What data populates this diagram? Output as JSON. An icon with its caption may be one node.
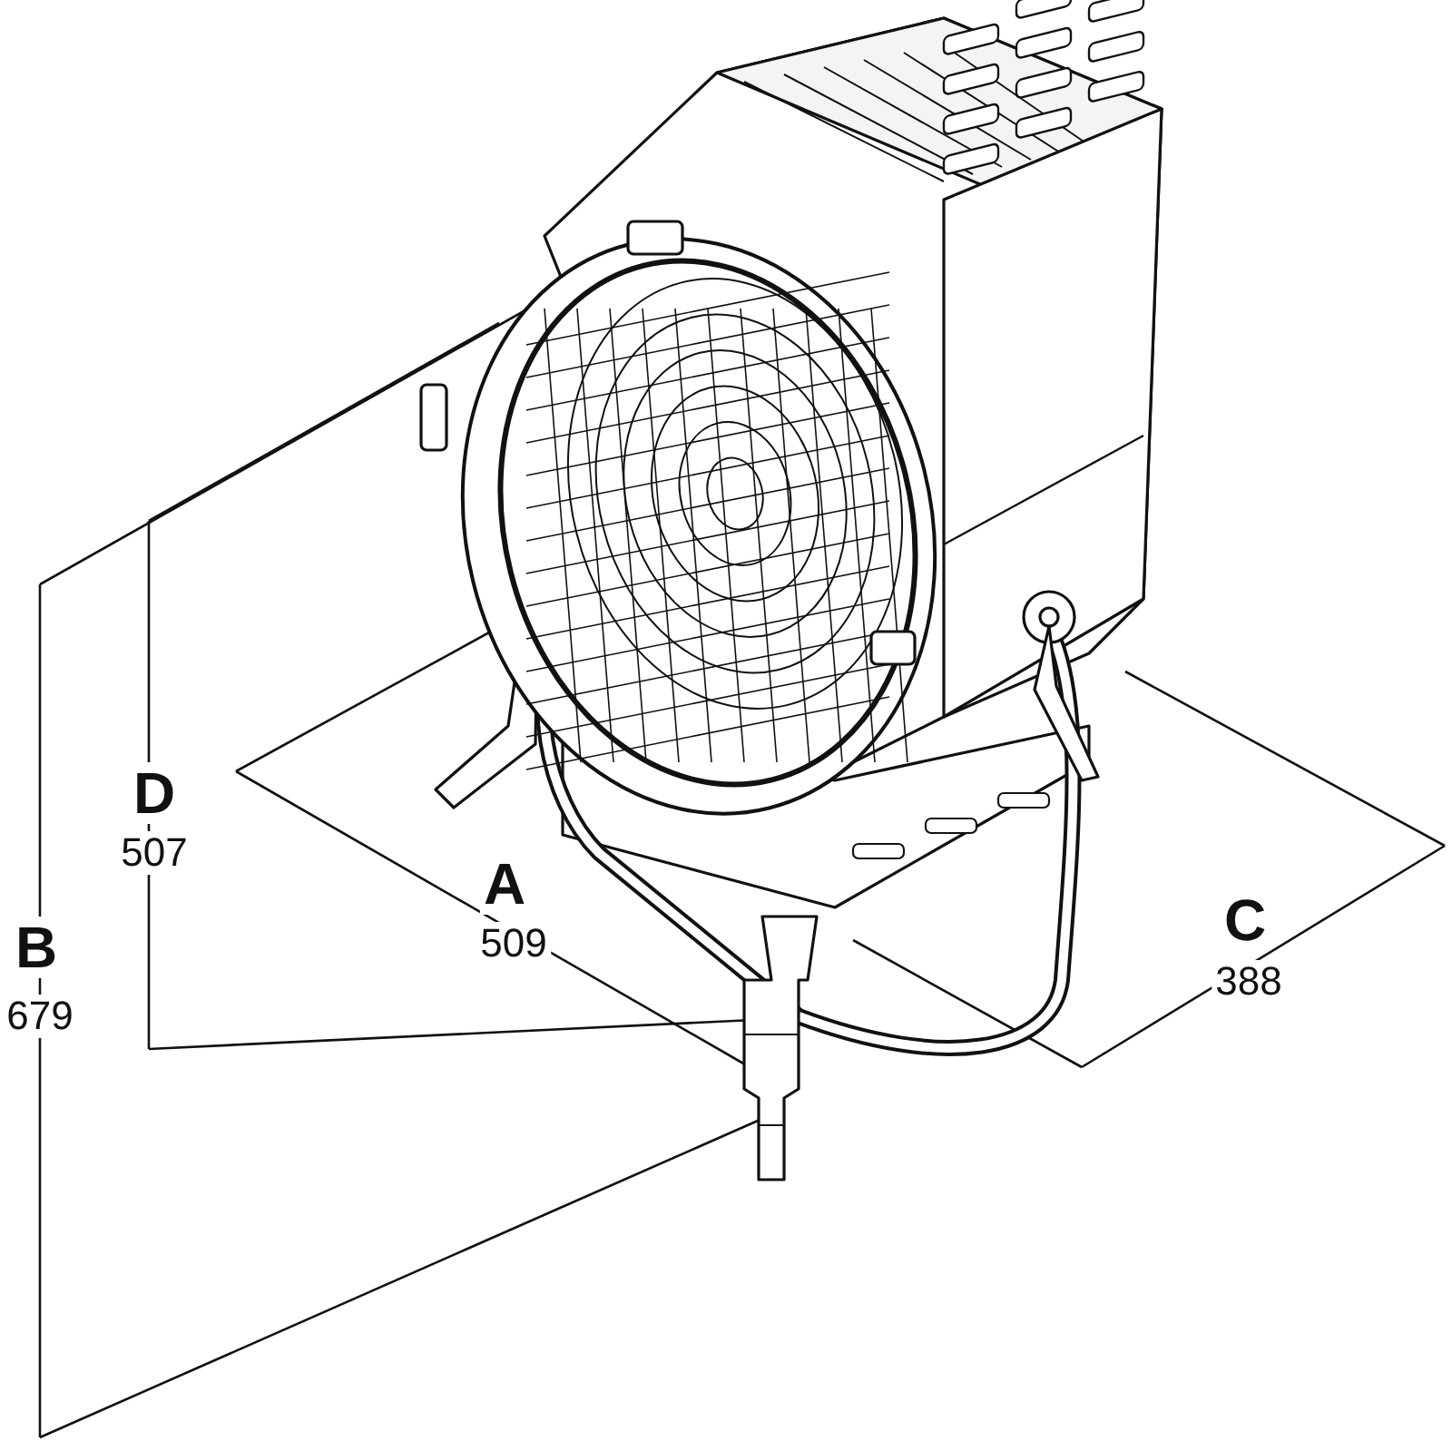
{
  "diagram": {
    "labels": [
      "D",
      "507",
      "A",
      "509",
      "C",
      "388",
      "B",
      "679"
    ]
  }
}
